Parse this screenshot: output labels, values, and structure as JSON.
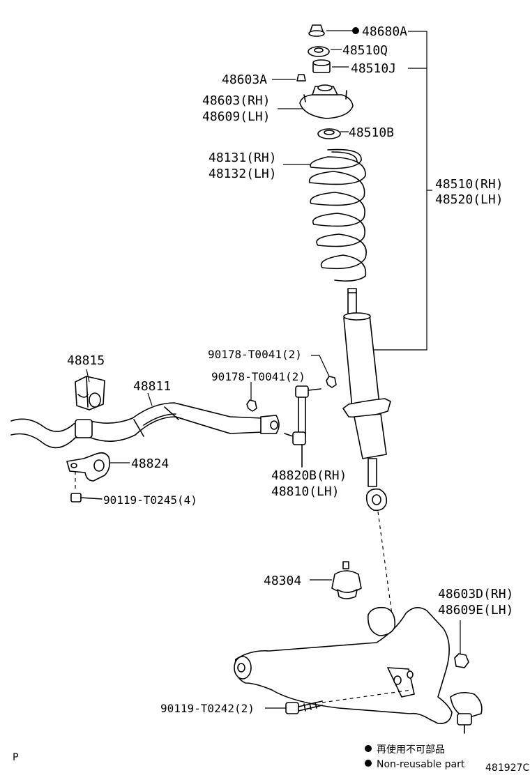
{
  "callouts": {
    "c48680A": "48680A",
    "c48510Q": "48510Q",
    "c48603A": "48603A",
    "c48510J": "48510J",
    "c48603RH": "48603(RH)",
    "c48609LH": "48609(LH)",
    "c48510B": "48510B",
    "c48131RH": "48131(RH)",
    "c48132LH": "48132(LH)",
    "c48510RH": "48510(RH)",
    "c48520LH": "48520(LH)",
    "c48815": "48815",
    "c48811": "48811",
    "c90178a": "90178-T0041(2)",
    "c90178b": "90178-T0041(2)",
    "c48824": "48824",
    "c48820BRH": "48820B(RH)",
    "c48810LH": "48810(LH)",
    "c90119a": "90119-T0245(4)",
    "c48304": "48304",
    "c48603DRH": "48603D(RH)",
    "c48609ELH": "48609E(LH)",
    "c90119b": "90119-T0242(2)"
  },
  "legend": {
    "jp": "再使用不可部品",
    "en": "Non-reusable part"
  },
  "corner": {
    "left": "P",
    "right": "481927C"
  }
}
